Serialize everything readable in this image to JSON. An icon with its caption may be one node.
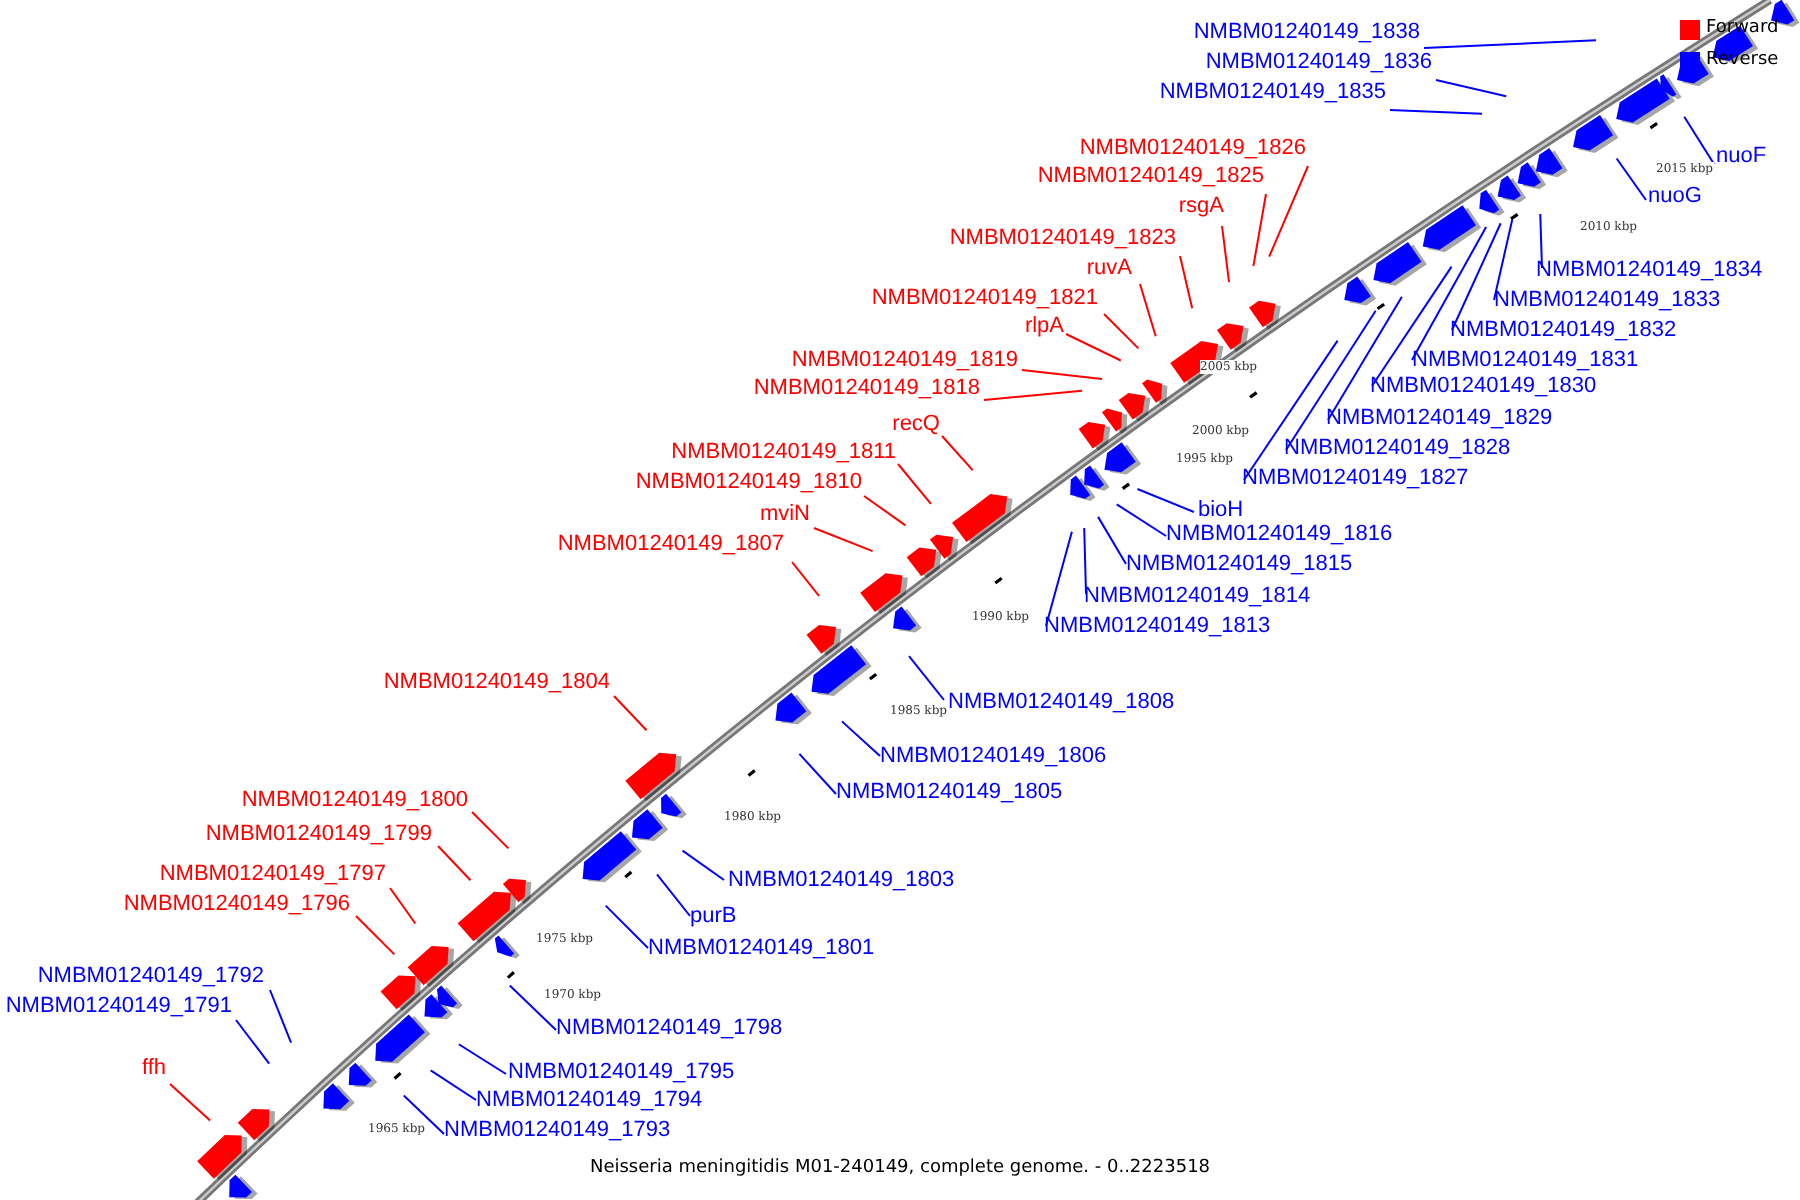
{
  "diagram": {
    "caption": "Neisseria meningitidis M01-240149, complete genome. - 0..2223518",
    "nodes": [
      {
        "text": [
          "NMBM01240149_1838"
        ]
      },
      {
        "text": [
          "NMBM01240149_1836"
        ]
      },
      {
        "text": [
          "NMBM01240149_1835"
        ]
      },
      {
        "text": [
          "NMBM01240149_1826"
        ]
      },
      {
        "text": [
          "nuoF"
        ]
      },
      {
        "text": [
          "NMBM01240149_1825"
        ]
      },
      {
        "text": [
          "nuoG"
        ]
      },
      {
        "text": [
          "rsgA"
        ]
      },
      {
        "text": [
          "NMBM01240149_1823"
        ]
      },
      {
        "text": [
          "ruvA"
        ]
      },
      {
        "text": [
          "NMBM01240149_1834"
        ]
      },
      {
        "text": [
          "NMBM01240149_1821"
        ]
      },
      {
        "text": [
          "NMBM01240149_1833"
        ]
      },
      {
        "text": [
          "rlpA"
        ]
      },
      {
        "text": [
          "NMBM01240149_1832"
        ]
      },
      {
        "text": [
          "NMBM01240149_1819"
        ]
      },
      {
        "text": [
          "NMBM01240149_1831"
        ]
      },
      {
        "text": [
          "NMBM01240149_1830"
        ]
      },
      {
        "text": [
          "NMBM01240149_1818"
        ]
      },
      {
        "text": [
          "NMBM01240149_1829"
        ]
      },
      {
        "text": [
          "recQ"
        ]
      },
      {
        "text": [
          "NMBM01240149_1828"
        ]
      },
      {
        "text": [
          "NMBM01240149_1811"
        ]
      },
      {
        "text": [
          "NMBM01240149_1827"
        ]
      },
      {
        "text": [
          "NMBM01240149_1810"
        ]
      },
      {
        "text": [
          "bioH"
        ]
      },
      {
        "text": [
          "mviN"
        ]
      },
      {
        "text": [
          "NMBM01240149_1816"
        ]
      },
      {
        "text": [
          "NMBM01240149_1807"
        ]
      },
      {
        "text": [
          "NMBM01240149_1815"
        ]
      },
      {
        "text": [
          "NMBM01240149_1814"
        ]
      },
      {
        "text": [
          "NMBM01240149_1813"
        ]
      },
      {
        "text": [
          "NMBM01240149_1804"
        ]
      },
      {
        "text": [
          "NMBM01240149_1808"
        ]
      },
      {
        "text": [
          "NMBM01240149_1806"
        ]
      },
      {
        "text": [
          "NMBM01240149_1805"
        ]
      },
      {
        "text": [
          "NMBM01240149_1800"
        ]
      },
      {
        "text": [
          "NMBM01240149_1799"
        ]
      },
      {
        "text": [
          "NMBM01240149_1797"
        ]
      },
      {
        "text": [
          "NMBM01240149_1803"
        ]
      },
      {
        "text": [
          "NMBM01240149_1796"
        ]
      },
      {
        "text": [
          "purB"
        ]
      },
      {
        "text": [
          "NMBM01240149_1801"
        ]
      },
      {
        "text": [
          "NMBM01240149_1792"
        ]
      },
      {
        "text": [
          "NMBM01240149_1791"
        ]
      },
      {
        "text": [
          "NMBM01240149_1798"
        ]
      },
      {
        "text": [
          "ffh"
        ]
      },
      {
        "text": [
          "NMBM01240149_1795"
        ]
      },
      {
        "text": [
          "NMBM01240149_1794"
        ]
      },
      {
        "text": [
          "NMBM01240149_1793"
        ]
      }
    ],
    "edges": [
      {
        "from": 0,
        "to": null,
        "arrow": "none"
      },
      {
        "from": 1,
        "to": null,
        "arrow": "none"
      },
      {
        "from": 2,
        "to": null,
        "arrow": "none"
      },
      {
        "from": 3,
        "to": null,
        "arrow": "none",
        "color": "#ff0000"
      },
      {
        "from": 4,
        "to": null,
        "arrow": "none"
      },
      {
        "from": 5,
        "to": null,
        "arrow": "none",
        "color": "#ff0000"
      },
      {
        "from": 6,
        "to": null,
        "arrow": "none"
      },
      {
        "from": 7,
        "to": null,
        "arrow": "none",
        "color": "#ff0000"
      },
      {
        "from": 8,
        "to": null,
        "arrow": "none",
        "color": "#ff0000"
      },
      {
        "from": 9,
        "to": null,
        "arrow": "none",
        "color": "#ff0000"
      },
      {
        "from": 10,
        "to": null,
        "arrow": "none"
      },
      {
        "from": 11,
        "to": null,
        "arrow": "none",
        "color": "#ff0000"
      },
      {
        "from": 12,
        "to": null,
        "arrow": "none"
      },
      {
        "from": 13,
        "to": null,
        "arrow": "none",
        "color": "#ff0000"
      },
      {
        "from": 14,
        "to": null,
        "arrow": "none"
      },
      {
        "from": 15,
        "to": null,
        "arrow": "none",
        "color": "#ff0000"
      },
      {
        "from": 16,
        "to": null,
        "arrow": "none"
      },
      {
        "from": 17,
        "to": null,
        "arrow": "none"
      },
      {
        "from": 18,
        "to": null,
        "arrow": "none",
        "color": "#ff0000"
      },
      {
        "from": 19,
        "to": null,
        "arrow": "none"
      },
      {
        "from": 20,
        "to": null,
        "arrow": "none",
        "color": "#ff0000"
      },
      {
        "from": 21,
        "to": null,
        "arrow": "none"
      },
      {
        "from": 22,
        "to": null,
        "arrow": "none",
        "color": "#ff0000"
      },
      {
        "from": 23,
        "to": null,
        "arrow": "none"
      },
      {
        "from": 24,
        "to": null,
        "arrow": "none",
        "color": "#ff0000"
      },
      {
        "from": 25,
        "to": null,
        "arrow": "none"
      },
      {
        "from": 26,
        "to": null,
        "arrow": "none",
        "color": "#ff0000"
      },
      {
        "from": 27,
        "to": null,
        "arrow": "none"
      },
      {
        "from": 28,
        "to": null,
        "arrow": "none",
        "color": "#ff0000"
      },
      {
        "from": 29,
        "to": null,
        "arrow": "none"
      },
      {
        "from": 30,
        "to": null,
        "arrow": "none"
      },
      {
        "from": 31,
        "to": null,
        "arrow": "none"
      },
      {
        "from": 32,
        "to": null,
        "arrow": "none",
        "color": "#ff0000"
      },
      {
        "from": 33,
        "to": null,
        "arrow": "none"
      },
      {
        "from": 34,
        "to": null,
        "arrow": "none"
      },
      {
        "from": 35,
        "to": null,
        "arrow": "none"
      },
      {
        "from": 36,
        "to": null,
        "arrow": "none",
        "color": "#ff0000"
      },
      {
        "from": 37,
        "to": null,
        "arrow": "none",
        "color": "#ff0000"
      },
      {
        "from": 38,
        "to": null,
        "arrow": "none",
        "color": "#ff0000"
      },
      {
        "from": 39,
        "to": null,
        "arrow": "none"
      },
      {
        "from": 40,
        "to": null,
        "arrow": "none",
        "color": "#ff0000"
      },
      {
        "from": 41,
        "to": null,
        "arrow": "none"
      },
      {
        "from": 42,
        "to": null,
        "arrow": "none"
      },
      {
        "from": 43,
        "to": null,
        "arrow": "none"
      },
      {
        "from": 44,
        "to": null,
        "arrow": "none"
      },
      {
        "from": 45,
        "to": null,
        "arrow": "none"
      },
      {
        "from": 46,
        "to": null,
        "arrow": "none",
        "color": "#ff0000"
      },
      {
        "from": 47,
        "to": null,
        "arrow": "none"
      },
      {
        "from": 48,
        "to": null,
        "arrow": "none"
      },
      {
        "from": 49,
        "to": null,
        "arrow": "none"
      }
    ],
    "labels": [
      "2015 kbp",
      "2010 kbp",
      "2005 kbp",
      "2000 kbp",
      "1995 kbp",
      "1990 kbp",
      "1985 kbp",
      "1980 kbp",
      "1975 kbp",
      "1970 kbp",
      "1965 kbp"
    ],
    "legend": [
      {
        "text": "Forward",
        "color": "#ff0000"
      },
      {
        "text": "Reverse",
        "color": "#0000ff"
      }
    ]
  }
}
